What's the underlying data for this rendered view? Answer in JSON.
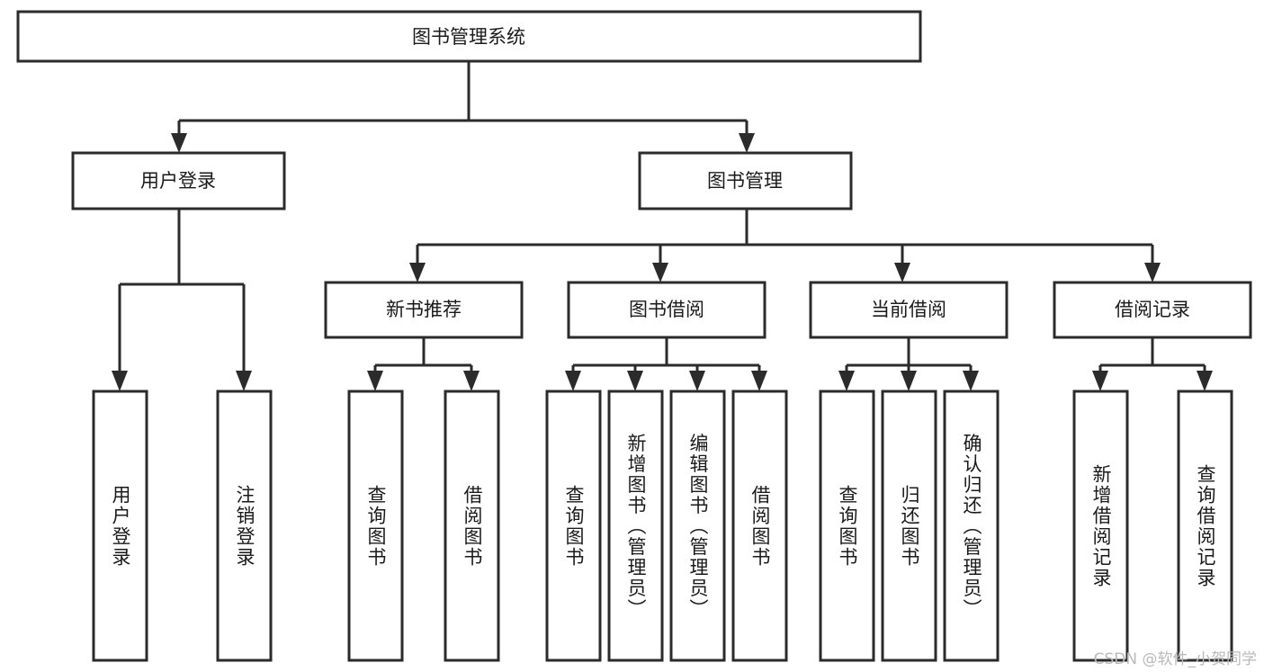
{
  "diagram": {
    "title": "图书管理系统",
    "type": "tree-hierarchy-diagram",
    "colors": {
      "stroke": "#2b2b2b",
      "fill": "#ffffff",
      "text": "#1a1a1a",
      "watermark": "#b9b9b9"
    },
    "levels": {
      "root": {
        "label": "图书管理系统"
      },
      "level2": [
        {
          "id": "user-login",
          "label": "用户登录"
        },
        {
          "id": "book-management",
          "label": "图书管理"
        }
      ],
      "level3": [
        {
          "id": "new-book-recommend",
          "label": "新书推荐"
        },
        {
          "id": "book-borrow",
          "label": "图书借阅"
        },
        {
          "id": "current-borrow",
          "label": "当前借阅"
        },
        {
          "id": "borrow-record",
          "label": "借阅记录"
        }
      ],
      "leaves": {
        "user_login": [
          {
            "id": "leaf-user-login",
            "label": "用户登录"
          },
          {
            "id": "leaf-logout",
            "label": "注销登录"
          }
        ],
        "new_book_recommend": [
          {
            "id": "leaf-query-book-1",
            "label": "查询图书"
          },
          {
            "id": "leaf-borrow-book-1",
            "label": "借阅图书"
          }
        ],
        "book_borrow": [
          {
            "id": "leaf-query-book-2",
            "label": "查询图书"
          },
          {
            "id": "leaf-add-book",
            "label": "新增图书（管理员）"
          },
          {
            "id": "leaf-edit-book",
            "label": "编辑图书（管理员）"
          },
          {
            "id": "leaf-borrow-book-2",
            "label": "借阅图书"
          }
        ],
        "current_borrow": [
          {
            "id": "leaf-query-book-3",
            "label": "查询图书"
          },
          {
            "id": "leaf-return-book",
            "label": "归还图书"
          },
          {
            "id": "leaf-confirm-return",
            "label": "确认归还（管理员）"
          }
        ],
        "borrow_record": [
          {
            "id": "leaf-add-record",
            "label": "新增借阅记录"
          },
          {
            "id": "leaf-query-record",
            "label": "查询借阅记录"
          }
        ]
      }
    }
  },
  "watermark": {
    "text": "CSDN @软件_小贺同学"
  }
}
